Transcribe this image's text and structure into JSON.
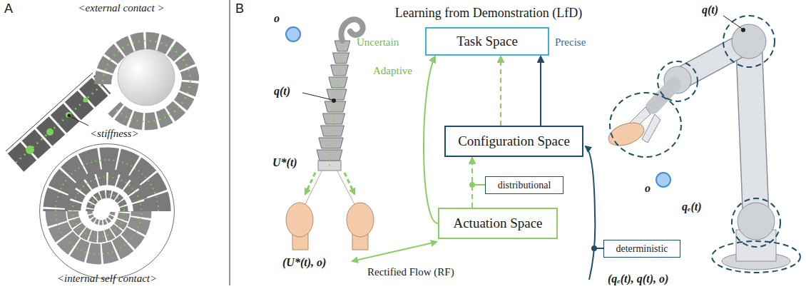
{
  "diagram": {
    "title": "Learning from Demonstration (LfD)",
    "nodes": [
      {
        "text": [
          "Task Space"
        ]
      },
      {
        "text": [
          "Configuration Space"
        ]
      },
      {
        "text": [
          "distributional"
        ]
      },
      {
        "text": [
          "Actuation Space"
        ]
      },
      {
        "text": [
          "deterministic"
        ]
      }
    ],
    "edges": [
      {
        "from": 3,
        "to": 0,
        "arrow": "to"
      },
      {
        "from": 3,
        "to": 1,
        "arrow": "to"
      },
      {
        "from": 1,
        "to": 0,
        "arrow": "to"
      },
      {
        "from": 1,
        "to": 0,
        "arrow": "to"
      }
    ],
    "labels": [
      "A",
      "<external contact >",
      "<stiffness>",
      "<internal self contact>",
      "B",
      "Uncertain",
      "Adaptive",
      "Precise",
      "o",
      "q(t)",
      "U*(t)",
      "(U*(t), o)",
      "Rectified Flow (RF)",
      "q(t)",
      "qₑ(t)",
      "o",
      "(qₑ(t), q(t), o)"
    ]
  }
}
